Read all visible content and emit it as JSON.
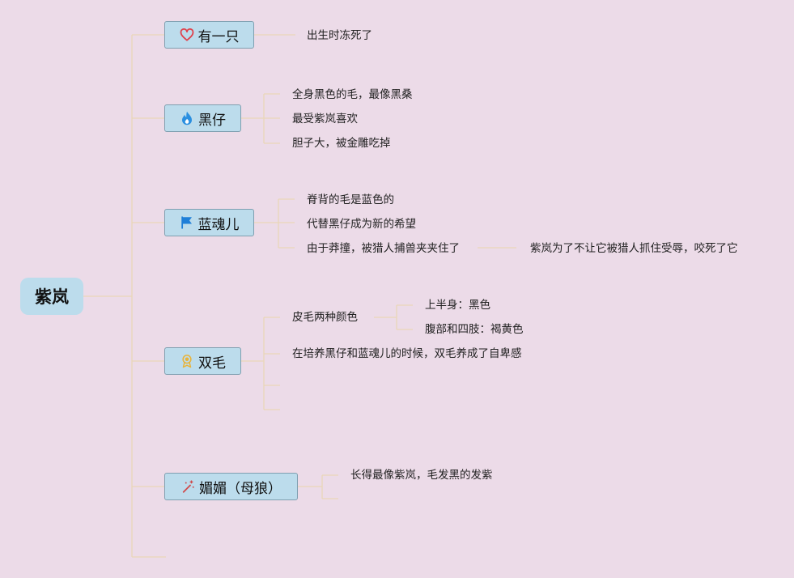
{
  "root": {
    "label": "紫岚"
  },
  "branches": [
    {
      "label": "有一只",
      "icon": "heart-icon",
      "items": [
        "出生时冻死了"
      ]
    },
    {
      "label": "黑仔",
      "icon": "flame-icon",
      "items": [
        "全身黑色的毛，最像黑桑",
        "最受紫岚喜欢",
        "胆子大，被金雕吃掉"
      ]
    },
    {
      "label": "蓝魂儿",
      "icon": "flag-icon",
      "items": [
        "脊背的毛是蓝色的",
        "代替黑仔成为新的希望",
        "由于莽撞，被猎人捕兽夹夹住了"
      ],
      "sub": "紫岚为了不让它被猎人抓住受辱，咬死了它"
    },
    {
      "label": "双毛",
      "icon": "medal-icon",
      "items": [
        "皮毛两种颜色",
        "在培养黑仔和蓝魂儿的时候，双毛养成了自卑感"
      ],
      "sub_items": [
        "上半身：黑色",
        "腹部和四肢：褐黄色"
      ]
    },
    {
      "label": "媚媚（母狼）",
      "icon": "wand-icon",
      "items": [
        "长得最像紫岚，毛发黑的发紫"
      ]
    }
  ],
  "colors": {
    "background": "#ecdbe8",
    "node_fill": "#bcdcec",
    "node_border": "#7f9fb0",
    "connector": "#ead7b8",
    "heart": "#e0404a",
    "flame": "#2a8fe0",
    "flag": "#1f7fd8",
    "medal": "#e8b33a",
    "wand": "#d04848"
  }
}
